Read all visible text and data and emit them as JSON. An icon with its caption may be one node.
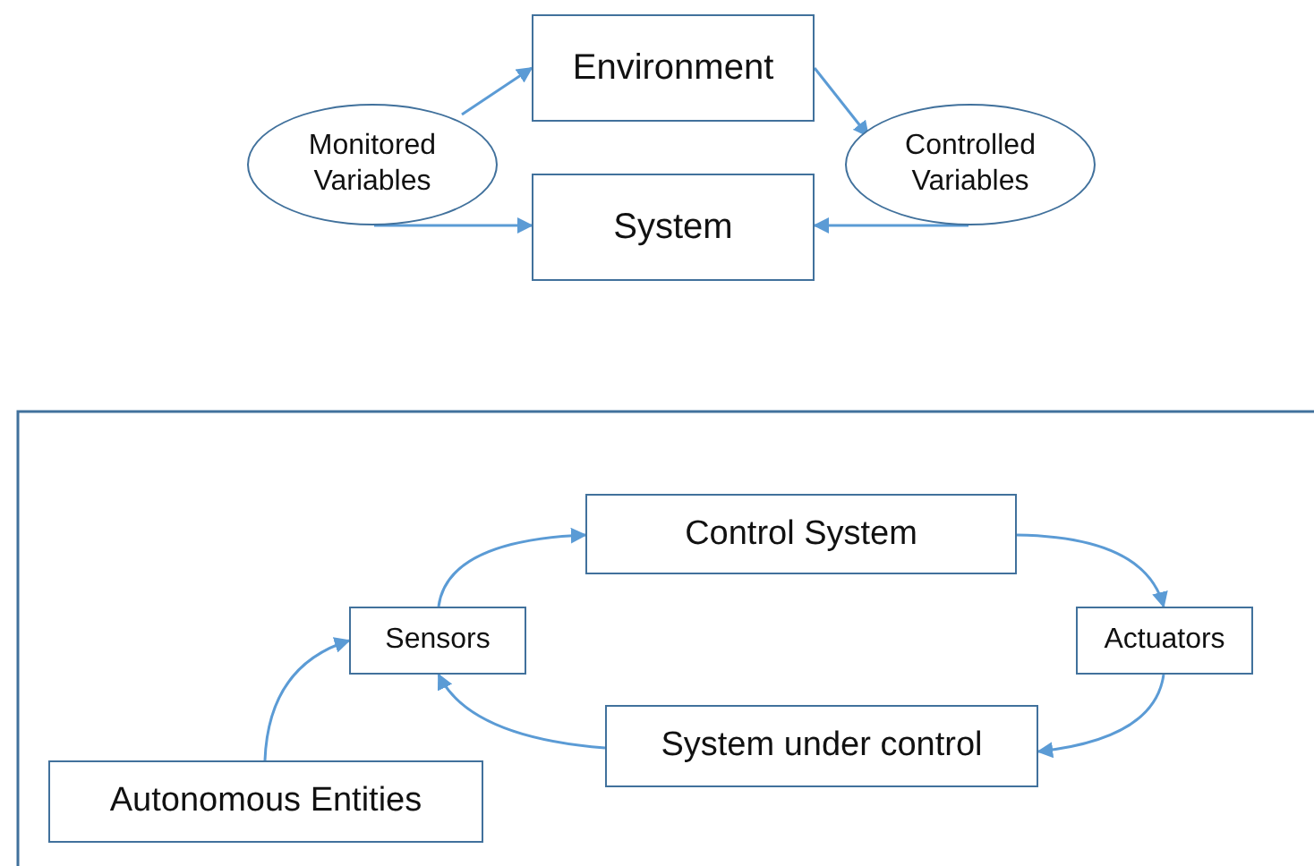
{
  "diagram": {
    "nodes": [
      {
        "text": [
          "Environment"
        ]
      },
      {
        "text": [
          "Monitored Variables"
        ]
      },
      {
        "text": [
          "Controlled Variables"
        ]
      },
      {
        "text": [
          "System"
        ]
      },
      {
        "text": [
          "Control System"
        ]
      },
      {
        "text": [
          "Sensors"
        ]
      },
      {
        "text": [
          "Actuators"
        ]
      },
      {
        "text": [
          "System under control"
        ]
      },
      {
        "text": [
          "Autonomous Entities"
        ]
      }
    ],
    "edges": [
      {
        "from": 1,
        "to": 0,
        "arrow": "to"
      },
      {
        "from": 0,
        "to": 2,
        "arrow": "to"
      },
      {
        "from": 1,
        "to": 3,
        "arrow": "to"
      },
      {
        "from": 2,
        "to": 3,
        "arrow": "to"
      },
      {
        "from": 5,
        "to": 4,
        "arrow": "to"
      },
      {
        "from": 4,
        "to": 6,
        "arrow": "to"
      },
      {
        "from": 6,
        "to": 7,
        "arrow": "to"
      },
      {
        "from": 7,
        "to": 5,
        "arrow": "to"
      },
      {
        "from": 8,
        "to": 5,
        "arrow": "to"
      }
    ]
  }
}
